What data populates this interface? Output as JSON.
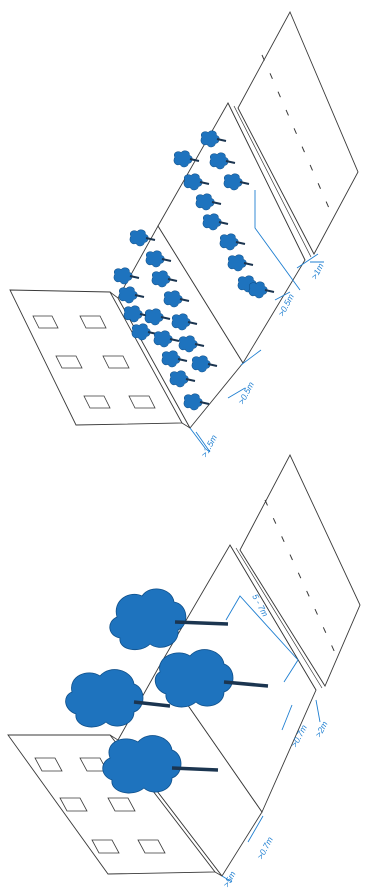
{
  "colors": {
    "line": "#3a3a3a",
    "dimension": "#1f7fd1",
    "tree_fill": "#1e73be",
    "tree_edge": "#0e4f8a",
    "trunk": "#1b3550",
    "panel": "#ffffff"
  },
  "icons": {
    "building": "building-facade",
    "shrub": "shrub-icon",
    "tree": "tree-icon"
  },
  "top_section": {
    "labels": {
      "building_setback": ">1.5m",
      "shrub_row_gap": ">0.5m",
      "path_gap": ">0.5m",
      "road_edge": ">1m"
    },
    "shrub_count": 27
  },
  "bottom_section": {
    "labels": {
      "building_setback": ">5m",
      "tree_gap": ">0.7m",
      "row_spacing": "5 - 7m",
      "curb_gap": ">0.7m",
      "road_edge": ">2m"
    },
    "tree_count": 4
  }
}
